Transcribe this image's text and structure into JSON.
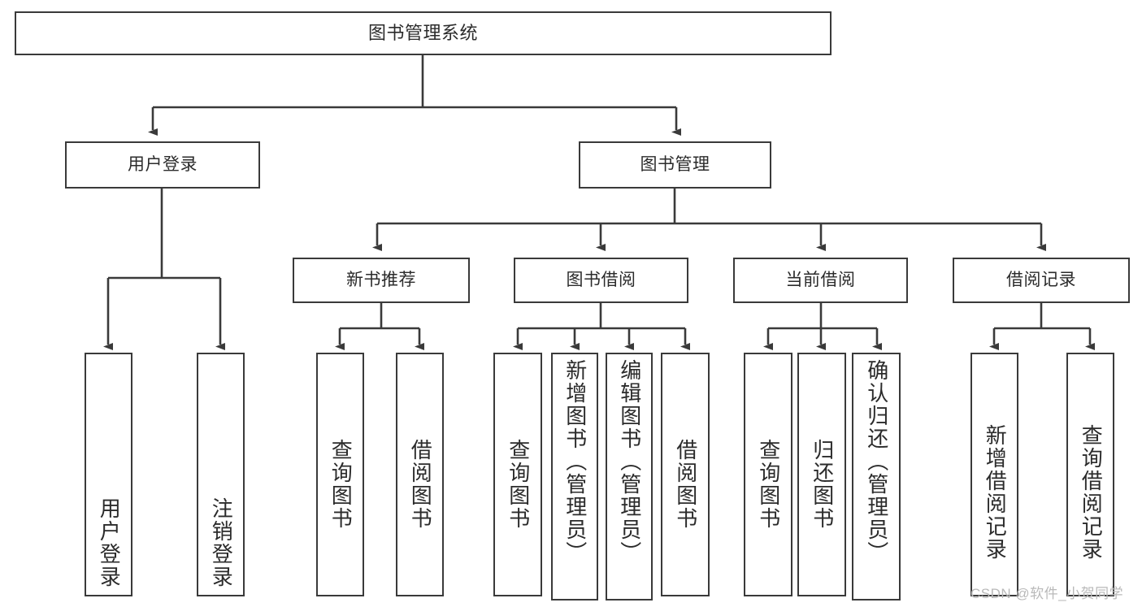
{
  "diagram": {
    "type": "tree-hierarchy",
    "title": "图书管理系统",
    "root": {
      "label": "图书管理系统"
    },
    "level2": [
      {
        "label": "用户登录"
      },
      {
        "label": "图书管理"
      }
    ],
    "level3": [
      {
        "label": "新书推荐"
      },
      {
        "label": "图书借阅"
      },
      {
        "label": "当前借阅"
      },
      {
        "label": "借阅记录"
      }
    ],
    "leaves_user_login": [
      {
        "label": "用户登录"
      },
      {
        "label": "注销登录"
      }
    ],
    "leaves_new_book": [
      {
        "label": "查询图书"
      },
      {
        "label": "借阅图书"
      }
    ],
    "leaves_borrow": [
      {
        "label": "查询图书"
      },
      {
        "label": "新增图书（管理员）"
      },
      {
        "label": "编辑图书（管理员）"
      },
      {
        "label": "借阅图书"
      }
    ],
    "leaves_current": [
      {
        "label": "查询图书"
      },
      {
        "label": "归还图书"
      },
      {
        "label": "确认归还（管理员）"
      }
    ],
    "leaves_records": [
      {
        "label": "新增借阅记录"
      },
      {
        "label": "查询借阅记录"
      }
    ],
    "colors": {
      "border": "#3a3a3a",
      "text": "#2b2b2b",
      "background": "#ffffff",
      "watermark": "#b9b9b9"
    }
  },
  "watermark": {
    "text": "CSDN @软件_小贺同学"
  }
}
